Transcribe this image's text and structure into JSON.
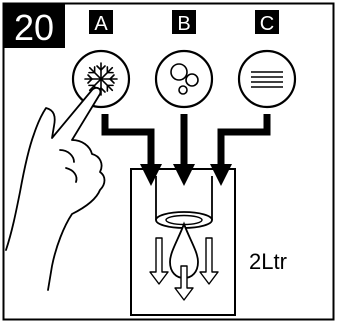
{
  "step": {
    "number": "20"
  },
  "options": [
    {
      "letter": "A",
      "icon": "snowflake-icon"
    },
    {
      "letter": "B",
      "icon": "bubbles-icon"
    },
    {
      "letter": "C",
      "icon": "flat-water-lines-icon"
    }
  ],
  "container": {
    "volume_label": "2Ltr"
  },
  "colors": {
    "ink": "#000000",
    "paper": "#ffffff"
  }
}
